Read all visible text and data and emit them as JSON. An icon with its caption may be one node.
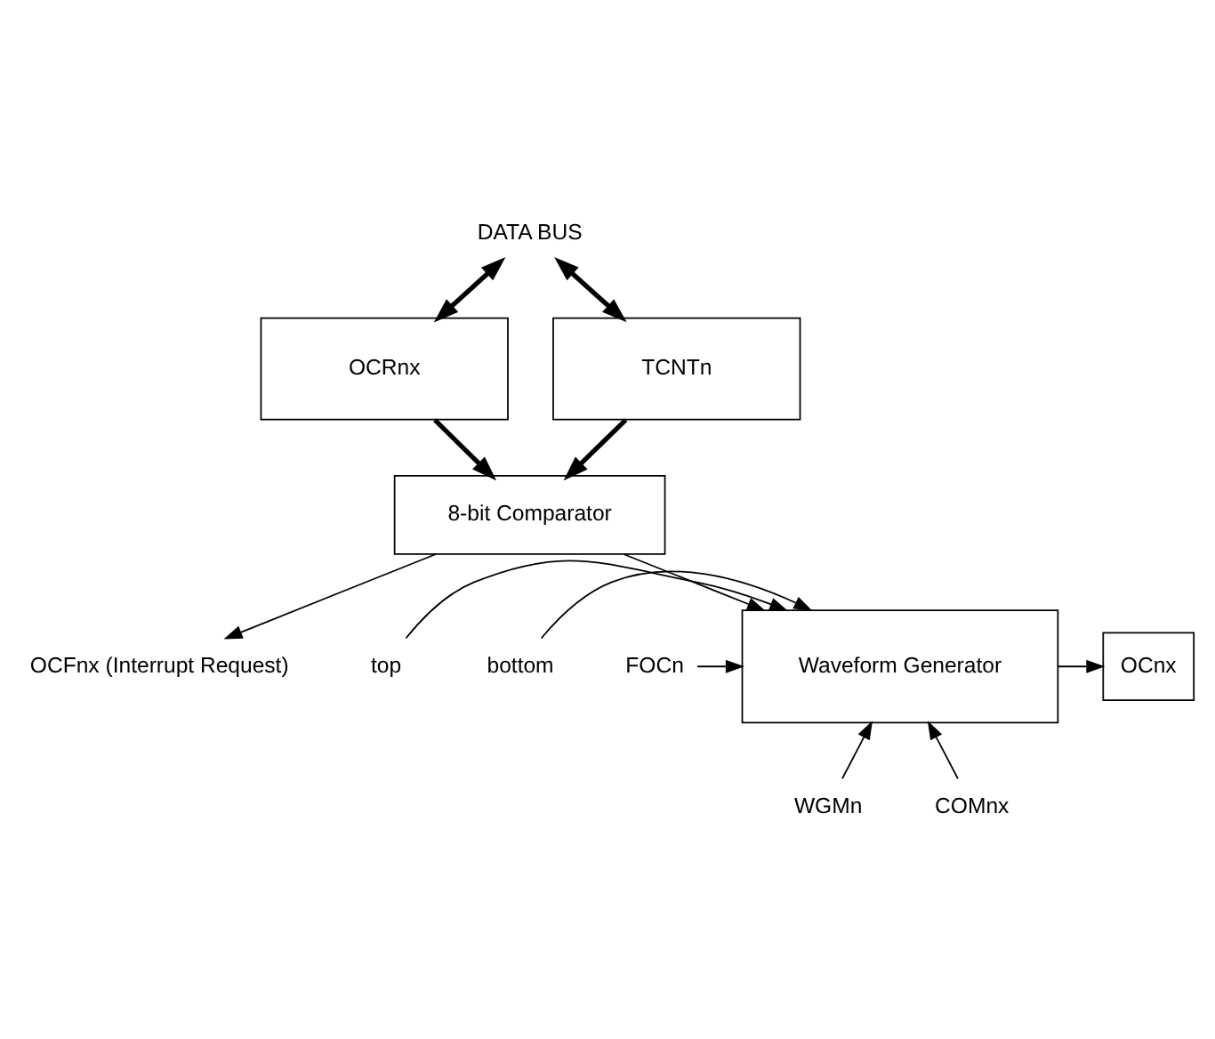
{
  "diagram": {
    "nodes": [
      {
        "text": [
          "DATA BUS"
        ]
      },
      {
        "text": [
          "OCRnx"
        ]
      },
      {
        "text": [
          "TCNTn"
        ]
      },
      {
        "text": [
          "8-bit Comparator"
        ]
      },
      {
        "text": [
          "OCFnx (Interrupt Request)"
        ]
      },
      {
        "text": [
          "Waveform Generator"
        ]
      },
      {
        "text": [
          "OCnx"
        ]
      },
      {
        "text": [
          "top"
        ]
      },
      {
        "text": [
          "bottom"
        ]
      },
      {
        "text": [
          "FOCn"
        ]
      },
      {
        "text": [
          "WGMn"
        ]
      },
      {
        "text": [
          "COMnx"
        ]
      }
    ],
    "edges": [
      {
        "from": 0,
        "to": 1,
        "arrow": "both",
        "style": "thick"
      },
      {
        "from": 0,
        "to": 2,
        "arrow": "both",
        "style": "thick"
      },
      {
        "from": 1,
        "to": 3,
        "arrow": "to",
        "style": "thick"
      },
      {
        "from": 2,
        "to": 3,
        "arrow": "to",
        "style": "thick"
      },
      {
        "from": 3,
        "to": 5,
        "arrow": "to"
      },
      {
        "from": 3,
        "to": 4,
        "arrow": "to"
      },
      {
        "from": 7,
        "to": 5,
        "arrow": "to"
      },
      {
        "from": 8,
        "to": 5,
        "arrow": "to"
      },
      {
        "from": 9,
        "to": 5,
        "arrow": "to"
      },
      {
        "from": 10,
        "to": 5,
        "arrow": "to"
      },
      {
        "from": 11,
        "to": 5,
        "arrow": "to"
      },
      {
        "from": 5,
        "to": 6,
        "arrow": "to"
      }
    ]
  }
}
